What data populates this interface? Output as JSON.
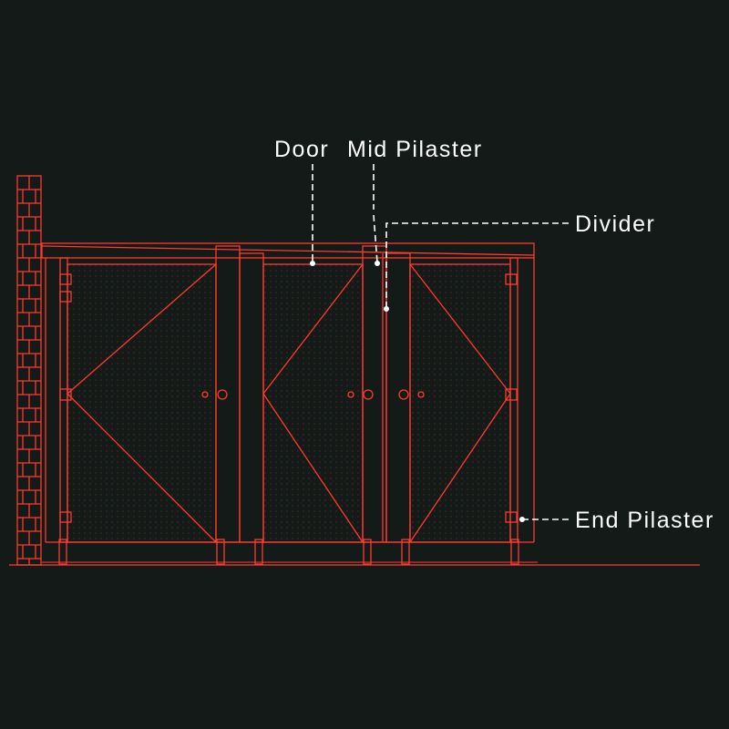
{
  "diagram": {
    "labels": {
      "door": "Door",
      "mid_pilaster": "Mid Pilaster",
      "divider": "Divider",
      "end_pilaster": "End Pilaster"
    },
    "colors": {
      "background": "#141a18",
      "line": "#ff3b30",
      "label": "#ffffff",
      "leader": "#ffffff"
    }
  }
}
